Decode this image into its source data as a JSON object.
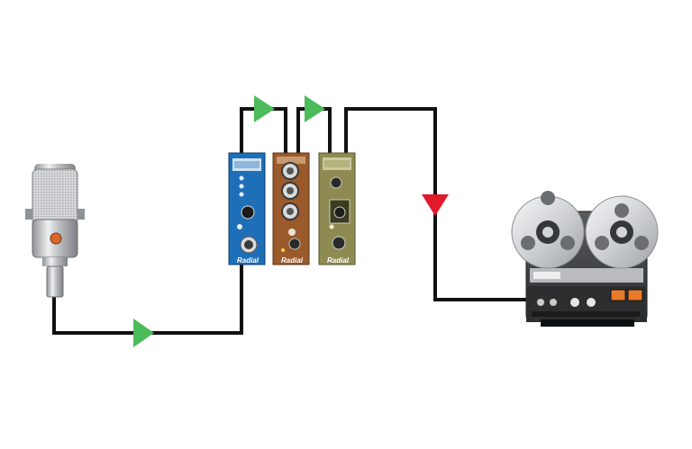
{
  "colors": {
    "background": "#ffffff",
    "cable": "#111111",
    "arrow_green": "#4cbb5a",
    "arrow_red": "#e0192b",
    "preamp_blue": "#1f6fb8",
    "eq_brown": "#9a5a2c",
    "compressor_olive": "#8e8b52",
    "chrome": "#c9cbcd"
  },
  "devices": {
    "microphone": {
      "icon": "ribbon-microphone-icon"
    },
    "preamp": {
      "icon": "preamp-module-icon",
      "brand": "Radial"
    },
    "eq": {
      "icon": "eq-module-icon",
      "brand": "Radial"
    },
    "compressor": {
      "icon": "compressor-module-icon",
      "brand": "Radial"
    },
    "recorder": {
      "icon": "reel-to-reel-recorder-icon"
    }
  },
  "signal_arrows": [
    {
      "name": "mic-to-preamp-arrow",
      "color": "green",
      "direction": "right"
    },
    {
      "name": "preamp-to-eq-arrow",
      "color": "green",
      "direction": "right"
    },
    {
      "name": "eq-to-compressor-arrow",
      "color": "green",
      "direction": "right"
    },
    {
      "name": "compressor-to-recorder-arrow",
      "color": "red",
      "direction": "down"
    }
  ]
}
